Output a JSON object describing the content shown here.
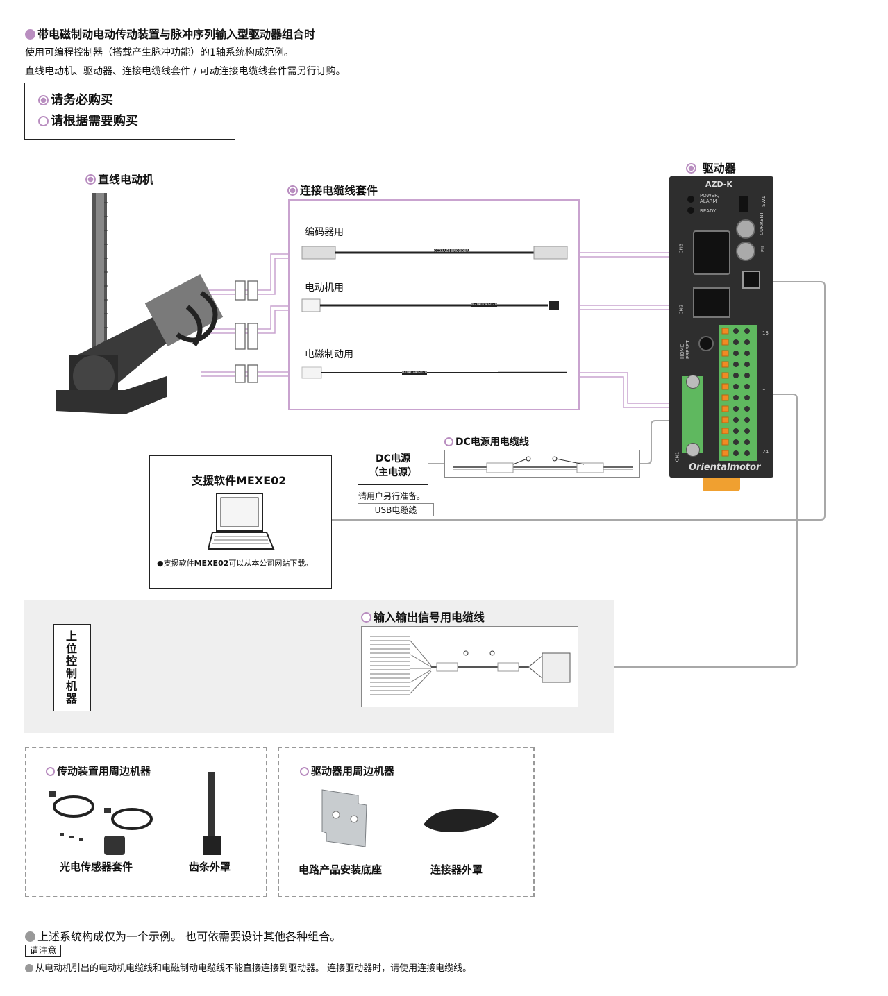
{
  "header": {
    "title": "带电磁制动电动传动装置与脉冲序列输入型驱动器组合时",
    "line1": "使用可编程控制器（搭载产生脉冲功能）的1轴系统构成范例。",
    "line2": "直线电动机、驱动器、连接电缆线套件 / 可动连接电缆线套件需另行订购。"
  },
  "legend": {
    "required": "请务必购买",
    "optional": "请根据需要购买"
  },
  "motor": {
    "label": "直线电动机"
  },
  "cable_kit": {
    "label": "连接电缆线套件",
    "encoder": "编码器用",
    "motor": "电动机用",
    "brake": "电磁制动用",
    "encoder_print": "CC02AZ8 ENCODER",
    "motor_print": "M-0402A0-020",
    "brake_print": "B-0402A0-020"
  },
  "driver": {
    "label": "驱动器",
    "model": "AZD-K",
    "power_alarm": "POWER/ ALARM",
    "ready": "READY",
    "sw1": "SW1",
    "current": "CURRENT",
    "fil": "FIL",
    "home_preset": "HOME PRESET",
    "cn1": "CN1",
    "cn2": "CN2",
    "cn3": "CN3",
    "pin13": "13",
    "pin24": "24",
    "pin1": "1",
    "brand": "Orientalmotor"
  },
  "power": {
    "box": "DC电源\n（主电源）",
    "line1": "DC电源",
    "line2": "（主电源）",
    "note": "请用户另行准备。",
    "cable_label": "DC电源用电缆线"
  },
  "usb": {
    "label": "USB电缆线"
  },
  "software": {
    "title": "支援软件MEXE02",
    "note_prefix": "●支援软件",
    "note_bold": "MEXE02",
    "note_suffix": "可以从本公司网站下载。"
  },
  "host": {
    "label": "上位控制机器"
  },
  "io_cable": {
    "label": "输入输出信号用电缆线"
  },
  "peripherals": {
    "actuator": {
      "title": "传动装置用周边机器",
      "item1": "光电传感器套件",
      "item2": "齿条外罩"
    },
    "driver": {
      "title": "驱动器用周边机器",
      "item1": "电路产品安装底座",
      "item2": "连接器外罩"
    }
  },
  "footer": {
    "note1": "上述系统构成仅为一个示例。 也可依需要设计其他各种组合。",
    "caution_label": "请注意",
    "note2": "从电动机引出的电动机电缆线和电磁制动电缆线不能直接连接到驱动器。 连接驱动器时，请使用连接电缆线。"
  },
  "colors": {
    "accent": "#b98ec0",
    "kit_border": "#c9a3cf",
    "grey_line": "#a8a8a8",
    "panel_bg": "#efefef",
    "terminal_green": "#5fb85f",
    "terminal_orange": "#f08a24",
    "driver_body": "#2e2e2e"
  }
}
